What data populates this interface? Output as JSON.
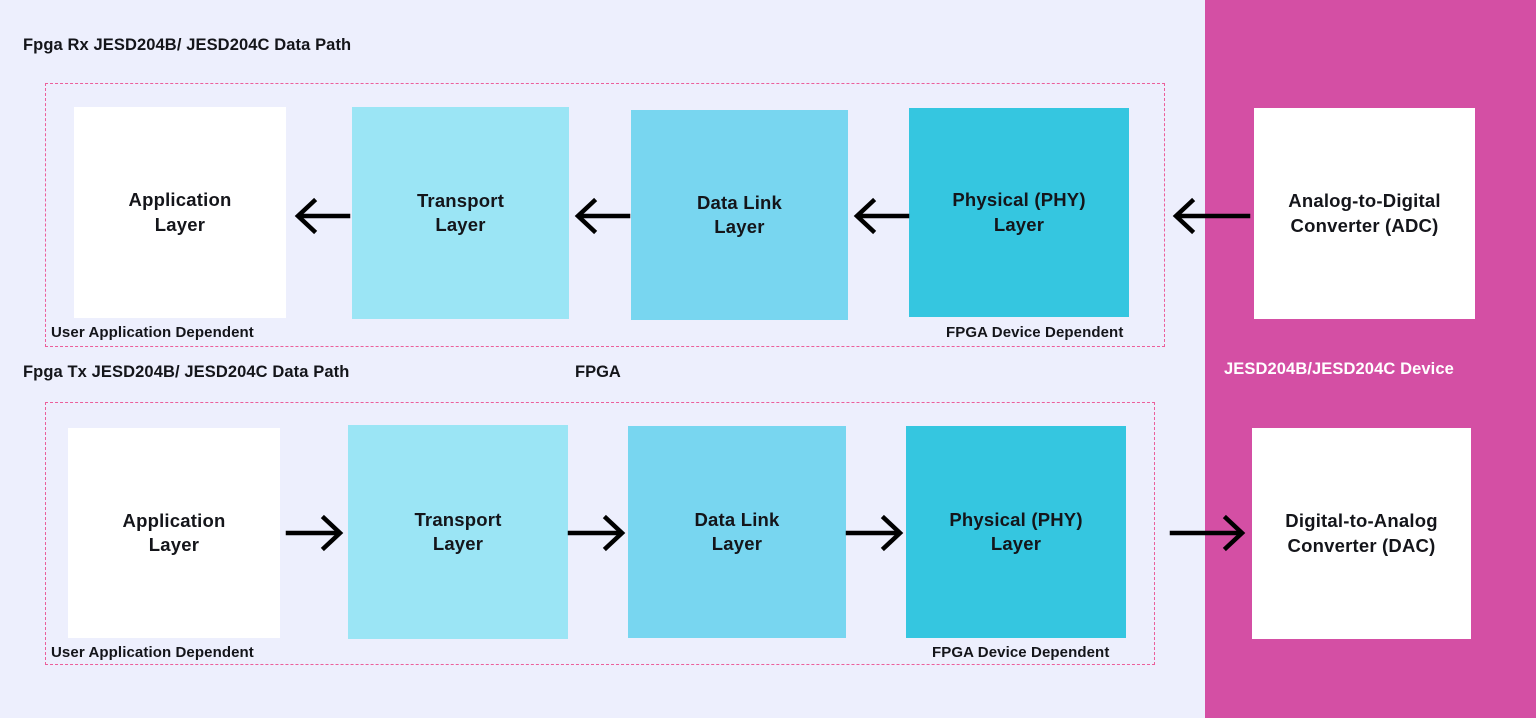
{
  "diagram": {
    "background_color": "#edeffd",
    "device_panel_color": "#d44fa4",
    "dashed_border_color": "#ec5f9b"
  },
  "rx_path": {
    "title": "Fpga Rx JESD204B/ JESD204C Data Path",
    "blocks": [
      {
        "id": "application",
        "label": "Application\nLayer",
        "color": "#ffffff"
      },
      {
        "id": "transport",
        "label": "Transport\nLayer",
        "color": "#9be5f5"
      },
      {
        "id": "datalink",
        "label": "Data Link\nLayer",
        "color": "#78d6f0"
      },
      {
        "id": "physical",
        "label": "Physical (PHY)\nLayer",
        "color": "#35c6e0"
      }
    ],
    "footnote_left": "User Application Dependent",
    "footnote_right": "FPGA Device Dependent",
    "direction": "right-to-left"
  },
  "tx_path": {
    "title": "Fpga Tx JESD204B/ JESD204C Data Path",
    "blocks": [
      {
        "id": "application",
        "label": "Application\nLayer",
        "color": "#ffffff"
      },
      {
        "id": "transport",
        "label": "Transport\nLayer",
        "color": "#9be5f5"
      },
      {
        "id": "datalink",
        "label": "Data Link\nLayer",
        "color": "#78d6f0"
      },
      {
        "id": "physical",
        "label": "Physical (PHY)\nLayer",
        "color": "#35c6e0"
      }
    ],
    "footnote_left": "User Application Dependent",
    "footnote_right": "FPGA Device Dependent",
    "direction": "left-to-right"
  },
  "fpga_label": "FPGA",
  "device_panel": {
    "label": "JESD204B/JESD204C Device",
    "adc_label": "Analog-to-Digital\nConverter (ADC)",
    "dac_label": "Digital-to-Analog\nConverter (DAC)"
  }
}
